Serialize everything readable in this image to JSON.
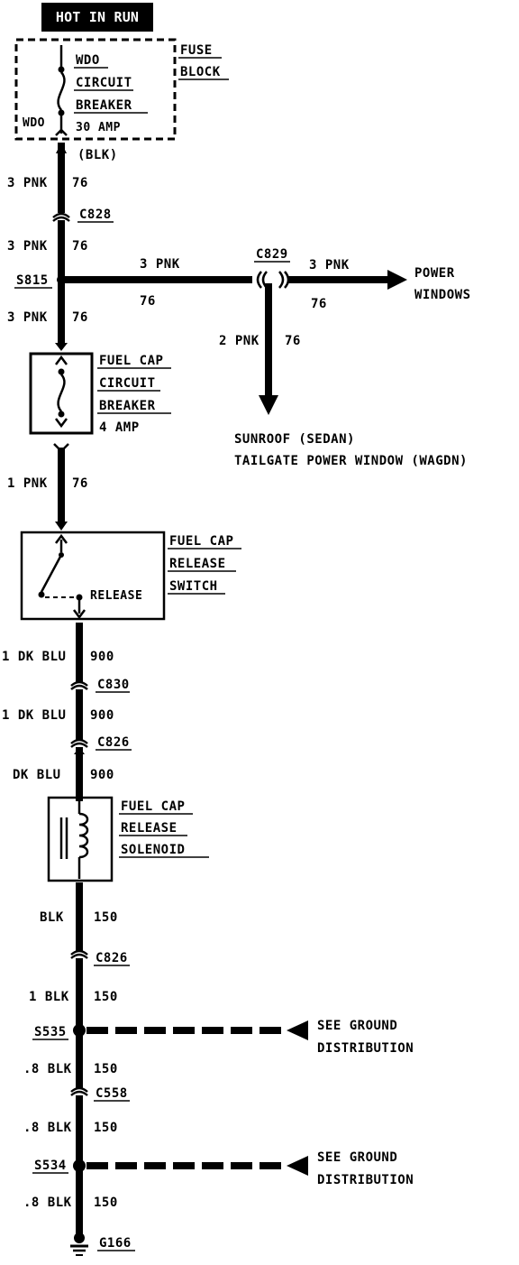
{
  "header": {
    "hot_label": "HOT IN RUN"
  },
  "fuse_block": {
    "label_1": "FUSE",
    "label_2": "BLOCK",
    "breaker_1": "WDO",
    "breaker_2": "CIRCUIT",
    "breaker_3": "BREAKER",
    "rating": "30 AMP",
    "terminal": "WDO",
    "terminal_color": "(BLK)"
  },
  "wires": {
    "w1": {
      "gauge": "3 PNK",
      "circuit": "76"
    },
    "w2": {
      "gauge": "3 PNK",
      "circuit": "76"
    },
    "w3": {
      "gauge": "3 PNK",
      "circuit": "76"
    },
    "w_branch": {
      "gauge": "3 PNK",
      "circuit": "76"
    },
    "w_right": {
      "gauge": "3 PNK",
      "circuit": "76"
    },
    "w_down": {
      "gauge": "2 PNK",
      "circuit": "76"
    },
    "w4": {
      "gauge": "1 PNK",
      "circuit": "76"
    },
    "w5": {
      "gauge": "1 DK BLU",
      "circuit": "900"
    },
    "w6": {
      "gauge": "1 DK BLU",
      "circuit": "900"
    },
    "w7": {
      "gauge": "DK BLU",
      "circuit": "900"
    },
    "w8": {
      "gauge": "BLK",
      "circuit": "150"
    },
    "w9": {
      "gauge": "1 BLK",
      "circuit": "150"
    },
    "w10": {
      "gauge": ".8 BLK",
      "circuit": "150"
    },
    "w11": {
      "gauge": ".8 BLK",
      "circuit": "150"
    },
    "w12": {
      "gauge": ".8 BLK",
      "circuit": "150"
    }
  },
  "connectors": {
    "c828": "C828",
    "c829": "C829",
    "c830": "C830",
    "c826a": "C826",
    "c826b": "C826",
    "c558": "C558"
  },
  "splices": {
    "s815": "S815",
    "s535": "S535",
    "s534": "S534"
  },
  "ground": {
    "g166": "G166"
  },
  "destinations": {
    "power_1": "POWER",
    "power_2": "WINDOWS",
    "sunroof": "SUNROOF (SEDAN)",
    "tailgate": "TAILGATE POWER WINDOW (WAGDN)",
    "gd1_1": "SEE GROUND",
    "gd1_2": "DISTRIBUTION",
    "gd2_1": "SEE GROUND",
    "gd2_2": "DISTRIBUTION"
  },
  "fuel_cap_breaker": {
    "l1": "FUEL CAP",
    "l2": "CIRCUIT",
    "l3": "BREAKER",
    "rating": "4 AMP"
  },
  "release_switch": {
    "l1": "FUEL CAP",
    "l2": "RELEASE",
    "l3": "SWITCH",
    "position": "RELEASE"
  },
  "solenoid": {
    "l1": "FUEL CAP",
    "l2": "RELEASE",
    "l3": "SOLENOID"
  }
}
